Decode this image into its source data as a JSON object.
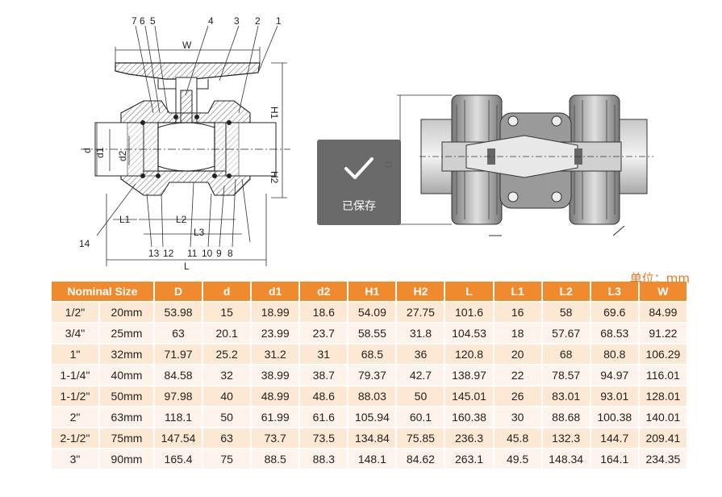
{
  "drawing": {
    "callouts_top": [
      "7",
      "6",
      "5",
      "4",
      "3",
      "2",
      "1"
    ],
    "callouts_bottom": [
      "14",
      "13",
      "12",
      "11",
      "10",
      "9",
      "8"
    ],
    "dim_labels": {
      "w": "W",
      "h1": "H1",
      "h2": "H2",
      "d": "d",
      "d1": "d1",
      "d2": "d2",
      "l": "L",
      "l1": "L1",
      "l2": "L2",
      "l3": "L3",
      "big_d": "D"
    }
  },
  "toast": {
    "icon": "check-icon",
    "text": "已保存"
  },
  "unit_label": "单位：mm",
  "table": {
    "header_color": "#f08a2e",
    "row_color_odd": "#fde8d4",
    "row_color_even": "#fdf3ea",
    "nominal_header": "Nominal Size",
    "columns": [
      "D",
      "d",
      "d1",
      "d2",
      "H1",
      "H2",
      "L",
      "L1",
      "L2",
      "L3",
      "W"
    ],
    "rows": [
      {
        "inch": "1/2\"",
        "mm": "20mm",
        "values": [
          "53.98",
          "15",
          "18.99",
          "18.6",
          "54.09",
          "27.75",
          "101.6",
          "16",
          "58",
          "69.6",
          "84.99"
        ]
      },
      {
        "inch": "3/4\"",
        "mm": "25mm",
        "values": [
          "63",
          "20.1",
          "23.99",
          "23.7",
          "58.55",
          "31.8",
          "104.53",
          "18",
          "57.67",
          "68.53",
          "91.22"
        ]
      },
      {
        "inch": "1\"",
        "mm": "32mm",
        "values": [
          "71.97",
          "25.2",
          "31.2",
          "31",
          "68.5",
          "36",
          "120.8",
          "20",
          "68",
          "80.8",
          "106.29"
        ]
      },
      {
        "inch": "1-1/4\"",
        "mm": "40mm",
        "values": [
          "84.58",
          "32",
          "38.99",
          "38.7",
          "79.37",
          "42.7",
          "138.97",
          "22",
          "78.57",
          "94.97",
          "116.01"
        ]
      },
      {
        "inch": "1-1/2\"",
        "mm": "50mm",
        "values": [
          "97.98",
          "40",
          "48.99",
          "48.6",
          "88.03",
          "50",
          "145.01",
          "26",
          "83.01",
          "93.01",
          "128.01"
        ]
      },
      {
        "inch": "2\"",
        "mm": "63mm",
        "values": [
          "118.1",
          "50",
          "61.99",
          "61.6",
          "105.94",
          "60.1",
          "160.38",
          "30",
          "88.68",
          "100.38",
          "140.01"
        ]
      },
      {
        "inch": "2-1/2\"",
        "mm": "75mm",
        "values": [
          "147.54",
          "63",
          "73.7",
          "73.5",
          "134.84",
          "75.85",
          "236.3",
          "45.8",
          "132.3",
          "144.7",
          "209.41"
        ]
      },
      {
        "inch": "3\"",
        "mm": "90mm",
        "values": [
          "165.4",
          "75",
          "88.5",
          "88.3",
          "148.1",
          "84.62",
          "263.1",
          "49.5",
          "148.34",
          "164.1",
          "234.35"
        ]
      }
    ]
  }
}
